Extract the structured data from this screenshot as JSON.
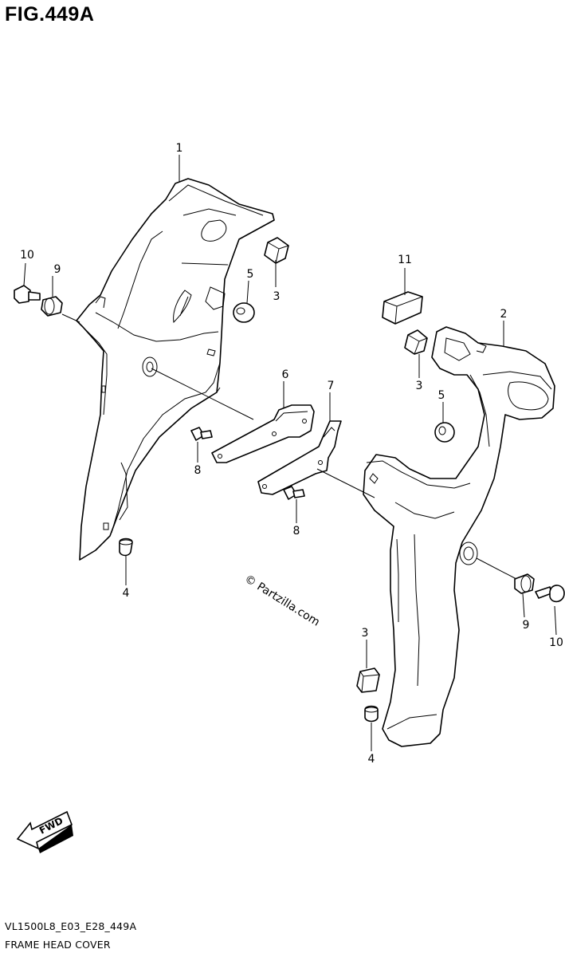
{
  "figure": {
    "title": "FIG.449A",
    "model_code": "VL1500L8_E03_E28_449A",
    "section_name": "FRAME HEAD COVER"
  },
  "watermark": "© Partzilla.com",
  "fwd_label": "FWD",
  "callouts": [
    {
      "id": "c1",
      "text": "1"
    },
    {
      "id": "c2",
      "text": "2"
    },
    {
      "id": "c3a",
      "text": "3"
    },
    {
      "id": "c3b",
      "text": "3"
    },
    {
      "id": "c3c",
      "text": "3"
    },
    {
      "id": "c4a",
      "text": "4"
    },
    {
      "id": "c4b",
      "text": "4"
    },
    {
      "id": "c5a",
      "text": "5"
    },
    {
      "id": "c5b",
      "text": "5"
    },
    {
      "id": "c6",
      "text": "6"
    },
    {
      "id": "c7",
      "text": "7"
    },
    {
      "id": "c8a",
      "text": "8"
    },
    {
      "id": "c8b",
      "text": "8"
    },
    {
      "id": "c9a",
      "text": "9"
    },
    {
      "id": "c9b",
      "text": "9"
    },
    {
      "id": "c10a",
      "text": "10"
    },
    {
      "id": "c10b",
      "text": "10"
    },
    {
      "id": "c11",
      "text": "11"
    }
  ]
}
